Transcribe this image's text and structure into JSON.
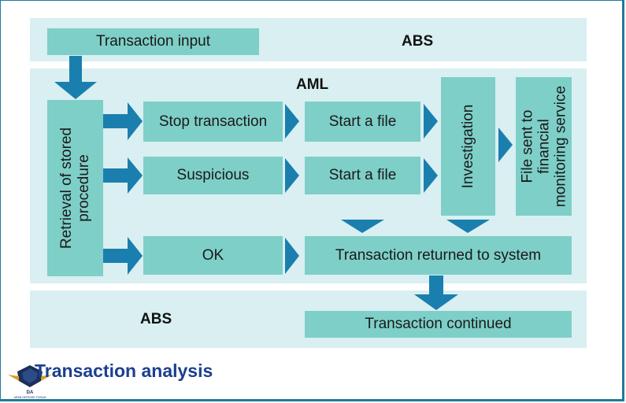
{
  "diagram": {
    "abs_top_label": "ABS",
    "aml_label": "AML",
    "abs_bottom_label": "ABS",
    "transaction_input": "Transaction input",
    "retrieval_line1": "Retrieval of stored",
    "retrieval_line2": "procedure",
    "stop_transaction": "Stop transaction",
    "suspicious": "Suspicious",
    "ok": "OK",
    "start_file_1": "Start a file",
    "start_file_2": "Start a file",
    "investigation": "Investigation",
    "file_sent_line1": "File sent to",
    "file_sent_line2": "financial",
    "file_sent_line3": "monitoring service",
    "transaction_returned": "Transaction returned to system",
    "transaction_continued": "Transaction continued"
  },
  "caption": {
    "title": "Transaction analysis"
  },
  "logo": {
    "text1": "DA",
    "text2": "ARAB DEFENSE FORUM"
  },
  "colors": {
    "panel": "#d9eff2",
    "box": "#7ecfc8",
    "arrow": "#1a7fae",
    "title": "#1c3f8f"
  }
}
